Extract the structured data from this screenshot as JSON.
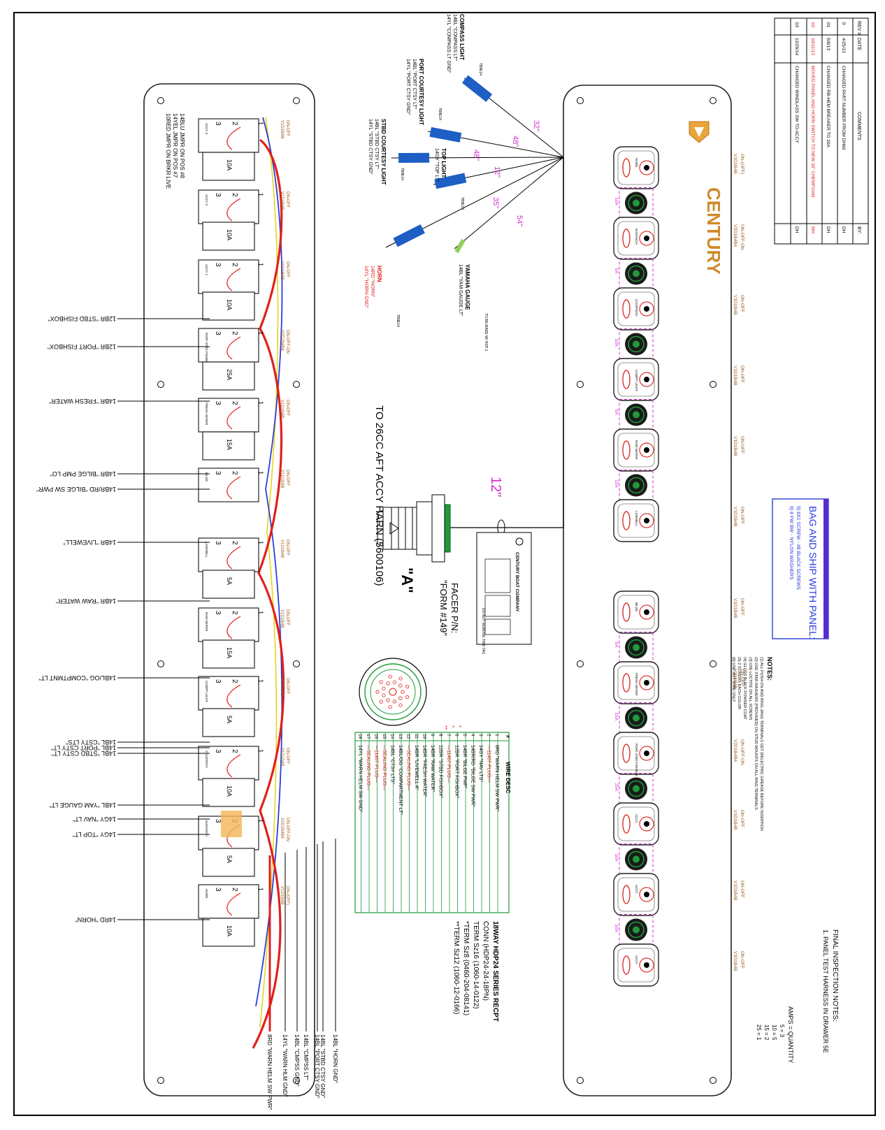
{
  "revision_table": {
    "headers": [
      "REV #",
      "DATE",
      "COMMENTS",
      "BY:"
    ],
    "rows": [
      {
        "rev": "0",
        "date": "4/25/13",
        "comment": "CHANGED PART NUMBER FROM DH60",
        "by": "DH"
      },
      {
        "rev": "01",
        "date": "5/8/13",
        "comment": "CHANGED RB-HEM BREAKER TO 10A",
        "by": "DH"
      },
      {
        "rev": "02",
        "date": "10/11/13",
        "comment": "MOVED PANEL AND HORN SWITCH TO NEW 30\" CHEMFOAM",
        "by": "MH"
      },
      {
        "rev": "03",
        "date": "12/29/14",
        "comment": "CHANGED WINDLASS SW TO ACCY",
        "by": "DH"
      }
    ]
  },
  "front_panel": {
    "logo": "CENTURY",
    "switches": [
      {
        "label": "HORN",
        "part_top": "ON-(OFF)",
        "part_bottom": "V1D1B4B",
        "color": "#d9342b"
      },
      {
        "label": "NAV/ANCH",
        "part_top": "ON-OFF-ON",
        "part_bottom": "V2D1B4B4",
        "color": "#d9342b"
      },
      {
        "label": "COURTESY",
        "part_top": "ON-OFF",
        "part_bottom": "V1D1B4B",
        "color": "#d9342b"
      },
      {
        "label": "COMPT LIGHT",
        "part_top": "ON-OFF",
        "part_bottom": "V1D1B4B",
        "color": "#d9342b"
      },
      {
        "label": "RAW WATER",
        "part_top": "ON-OFF",
        "part_bottom": "V1D1B4B",
        "color": "#d9342b"
      },
      {
        "label": "LIVEWELL",
        "part_top": "ON-OFF",
        "part_bottom": "V1D1B4B",
        "color": "#d9342b"
      },
      {
        "label": "BILGE",
        "part_top": "ON-OFF",
        "part_bottom": "V1D1B4B",
        "color": "#d9342b"
      },
      {
        "label": "FRESH WATER",
        "part_top": "ON-OFF",
        "part_bottom": "V1D1B4B",
        "color": "#d9342b"
      },
      {
        "label": "PORT STBD FISHBOX",
        "part_top": "ON-OFF-ON",
        "part_bottom": "V2D1B4B4",
        "color": "#d9342b"
      },
      {
        "label": "ACCY",
        "part_top": "ON-OFF",
        "part_bottom": "V1D1B4B",
        "color": "#d9342b"
      },
      {
        "label": "ACCY",
        "part_top": "ON-OFF",
        "part_bottom": "V1D1B4B",
        "color": "#d9342b"
      },
      {
        "label": "ACCY",
        "part_top": "ON-OFF",
        "part_bottom": "V1D1B4B",
        "color": "#d9342b"
      }
    ],
    "breaker_labels": [
      "10A",
      "5A",
      "10A",
      "5A",
      "15A",
      "5A",
      "15A",
      "25A",
      "10A",
      "10A",
      "10A"
    ]
  },
  "notes": {
    "title": "NOTES:",
    "items": [
      "(1) ALL PUSH-ON AND RING-JANG TERMINALS GET DIELECTRIC GREASE BEFORE INSERTION",
      "(2) USE STAR WASHERS (PROVIDED) ON STUD MOUNTS ON ALL RING TERMINALS",
      "(3) USE LOCTITE ON ALL SCREWS",
      "(4) GLOSS BLACK POWDER COAT",
      "(5) 2 SCREWS EACH COLOR",
      "(6) USE HOT WIRE ONLY"
    ]
  },
  "bag_box": {
    "title": "BAG AND SHIP WITH PANEL:",
    "line1": "9) 8X1 SCREW - #8 BLACK SCREWS",
    "line2": "9) 8 FW BW - NYLON WASHERS"
  },
  "final_inspection": {
    "title": "FINAL INSPECTION NOTES:",
    "line1": "1. PANEL TEST HARNESS IN DRAWER 5E",
    "amps_title": "AMPS = QUANTITY",
    "amps": [
      "5 = 3",
      "10 = 5",
      "15 = 2",
      "25 = 1"
    ]
  },
  "back_panel": {
    "switches": [
      {
        "label": "ACCY 3",
        "part_top": "ON-OFF",
        "part_bottom": "V1D1B4B",
        "breaker": "10A"
      },
      {
        "label": "ACCY 2",
        "part_top": "ON-OFF",
        "part_bottom": "V1D1B4B",
        "breaker": "10A"
      },
      {
        "label": "ACCY 1",
        "part_top": "ON-OFF",
        "part_bottom": "V1D1B4B",
        "breaker": "10A"
      },
      {
        "label": "PORT STBD FISHBOX",
        "part_top": "ON-OFF-ON",
        "part_bottom": "V2D1B4B4",
        "breaker": "25A"
      },
      {
        "label": "FRESH WATER",
        "part_top": "ON-OFF",
        "part_bottom": "V1D1B4B",
        "breaker": "15A"
      },
      {
        "label": "BILGE",
        "part_top": "ON-OFF",
        "part_bottom": "V1D1B4B",
        "breaker": ""
      },
      {
        "label": "LIVEWELL",
        "part_top": "ON-OFF",
        "part_bottom": "V1D1B4B",
        "breaker": "5A"
      },
      {
        "label": "RAW WATER",
        "part_top": "ON-OFF",
        "part_bottom": "V1D1B4B",
        "breaker": "15A"
      },
      {
        "label": "COMPT LIGHT",
        "part_top": "ON-OFF",
        "part_bottom": "V1D1B4B",
        "breaker": "5A"
      },
      {
        "label": "COURTESY",
        "part_top": "ON-OFF",
        "part_bottom": "V1D1B4B",
        "breaker": "10A"
      },
      {
        "label": "NAV/ANCH",
        "part_top": "ON-OFF-ON",
        "part_bottom": "V2D1B4B4",
        "breaker": "5A"
      },
      {
        "label": "HORN",
        "part_top": "ON-(OFF)",
        "part_bottom": "V1D1B4B",
        "breaker": "10A"
      }
    ],
    "jumper_notes": [
      "14BLU JMPR ON POS #8",
      "14YEL JMPR ON POS #7",
      "10RED JMPR ON BRKR LIVE"
    ]
  },
  "left_wires": [
    "12BR \"STBD FISHBOX\"",
    "12BR \"PORT FISHBOX\"",
    "14BR \"FRESH WATER\"",
    "14BR \"BILGE PMP LO\"",
    "14BR/RD \"BILGE SW PWR\"",
    "14BR \"LIVEWELL\"",
    "14BR \"RAW WATER\"",
    "14BL/OG \"COMPTMNT LT\"",
    "14BL \"CSTY LTS\"",
    "14BL \"PORT CSTY LT\"",
    "14BL \"STBD CSTY LT\"",
    "14BL \"YAM GAUGE LT\"",
    "14GY \"NAV LT\"",
    "14GY \"TOP LT\"",
    "14RD \"HORN\""
  ],
  "bottom_wires": [
    "14BL \"HORN GND\"",
    "14BL \"STBD CTSY GND\"",
    "14BL \"PORT CTSY GND\"",
    "14BL \"CMPSS LT\"",
    "14BL \"CMPSS GND\"",
    "14YL \"WARN HLM GND\"",
    "8RD \"WARN HELM SW PWR\""
  ],
  "fanout": {
    "items": [
      {
        "title": "COMPASS LIGHT",
        "l1": "14BL \"COMPASS LT\"",
        "l2": "14YL \"COMPASS LT GND\"",
        "tag": "TB8E14",
        "length": "32\""
      },
      {
        "title": "PORT COURTESY LIGHT",
        "l1": "14BL \"PORT CTSY LT\"",
        "l2": "14YL \"PORT CTSY GND\"",
        "tag": "TB8E14",
        "length": "48\""
      },
      {
        "title": "STBD COURTESY LIGHT",
        "l1": "14BL \"STBD CTSY LT\"",
        "l2": "14YL \"STBD CTSY GND\"",
        "tag": "TB8E14",
        "length": "48\""
      },
      {
        "title": "TOP LIGHT",
        "l1": "14GY \"TOP LT\"",
        "l2": "",
        "tag": "TB8E14",
        "length": "12\""
      },
      {
        "title": "YAMAHA GAUGE",
        "l1": "14BL \"YAM GAUGE LT\"",
        "l2": "",
        "tag": "TO BE MADE W/ HSP-1",
        "length": "54\""
      },
      {
        "title": "HORN",
        "l1": "14RD \"HORN\"",
        "l2": "14YL \"HORN GND\"",
        "tag": "TB8E14",
        "length": "35\""
      }
    ]
  },
  "connector": {
    "label": "TO 26CC AFT ACCY HARN (5600106)",
    "letter": "\"A\"",
    "length": "12\"",
    "facer_pn": "FACER P/N:",
    "form": "\"FORM #149\""
  },
  "tag_card": {
    "company": "CENTURY BOAT COMPANY",
    "footer": "DO NOT REMOVE THIS TAG"
  },
  "pin_table": {
    "header": [
      "#",
      "WIRE DESC"
    ],
    "rows": [
      [
        "1",
        "8RD \"WARN HELM SW PWR\""
      ],
      [
        "2",
        "—11407 PLUG—"
      ],
      [
        "3",
        "14GY \"NAV LTS\""
      ],
      [
        "4",
        "14BR/RD \"BILGE SW PWR\""
      ],
      [
        "5",
        "14BR \"BILGE PMP\""
      ],
      [
        "6",
        "12BR \"PORT FISHBOX\""
      ],
      [
        "7",
        "—11407 PLUG—"
      ],
      [
        "8",
        "12BR \"STBD FISHBOX\""
      ],
      [
        "9",
        "14BR \"RAW WATER\""
      ],
      [
        "10",
        "14BR \"FRESH WATER\""
      ],
      [
        "11",
        "14BR \"LIVEWELL A\""
      ],
      [
        "12",
        "—SEALING PLUG—"
      ],
      [
        "13",
        "14BL/OG \"COMPARTMENT LT\""
      ],
      [
        "14",
        "14BL \"CTSY LTS\""
      ],
      [
        "15",
        "—SEALING PLUG—"
      ],
      [
        "16",
        "—11407 PLUG—"
      ],
      [
        "17",
        "—SEALING PLUG—"
      ],
      [
        "18",
        "14YL \"WARN HELM SW GND\""
      ]
    ],
    "marks": [
      "*",
      "*",
      "**"
    ]
  },
  "pin_spec": {
    "title": "18WAY HDP24 SERIES RECPT",
    "l1": "CONN (HDP24-24-18PN)",
    "l2": "TERM Sz16 (1060-14-0122)",
    "l3": "*TERM Sz8 (0460-204-08141)",
    "l4": "**TERM Sz12 (1060-12-0166)"
  },
  "colors": {
    "wire_red": "#e0201b",
    "wire_blue": "#2b3fd6",
    "wire_yellow": "#e8d420",
    "heatshrink_blue": "#1d5fc4",
    "pin_table_green": "#1f9a3a",
    "magenta": "#d02fd0",
    "brown_text": "#9a5a1c",
    "highlight_orange": "#f2b556",
    "purple": "#5a2bd0"
  }
}
